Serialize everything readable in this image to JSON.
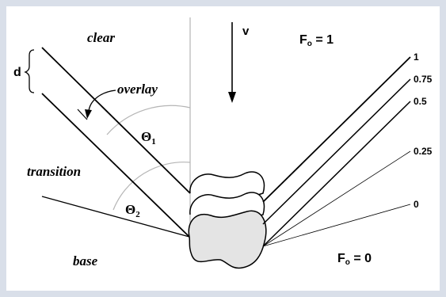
{
  "diagram": {
    "labels": {
      "clear": "clear",
      "overlay": "overlay",
      "transition": "transition",
      "base": "base",
      "d": "d",
      "v": "v",
      "theta1": "Θ",
      "theta1_sub": "1",
      "theta2": "Θ",
      "theta2_sub": "2",
      "f0_top": "F",
      "f0_top_sub": "o",
      "f0_top_value": " = 1",
      "f0_bottom": "F",
      "f0_bottom_sub": "o",
      "f0_bottom_value": " = 0"
    },
    "fan_values": [
      "1",
      "0.75",
      "0.5",
      "0.25",
      "0"
    ],
    "colors": {
      "background": "#d9dfe9",
      "panel": "#ffffff",
      "particle_fill": "#e4e4e4",
      "reference_line": "#b5b5b5",
      "ink": "#000000"
    }
  }
}
